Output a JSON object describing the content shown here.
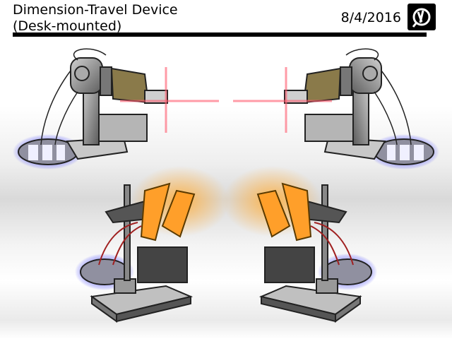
{
  "header": {
    "title_line1": "Dimension-Travel Device",
    "title_line2": "(Desk-mounted)",
    "date": "8/4/2016",
    "logo_icon": "circular-signature-logo"
  },
  "illustration": {
    "subject": "Dimension-Travel Device concept sketches",
    "views": [
      {
        "position": "top-left",
        "description": "Arm-mounted emitter with gold segmented barrel firing red beam, blue-glowing ring base"
      },
      {
        "position": "top-right",
        "description": "Mirrored arm-mounted emitter with red beam, blue-glowing ring base"
      },
      {
        "position": "bottom-left",
        "description": "Desk unit with two orange glowing panels, wired box, blue-glowing ring"
      },
      {
        "position": "bottom-right",
        "description": "Mirrored desk unit with two orange glowing panels, wired box, blue-glowing ring"
      }
    ],
    "colors": {
      "beam": "#ff5a6e",
      "panel": "#ff9f2a",
      "ring_glow": "#5a5aff",
      "barrel": "#8a7a4a",
      "metal": "#8c8c8c"
    }
  }
}
